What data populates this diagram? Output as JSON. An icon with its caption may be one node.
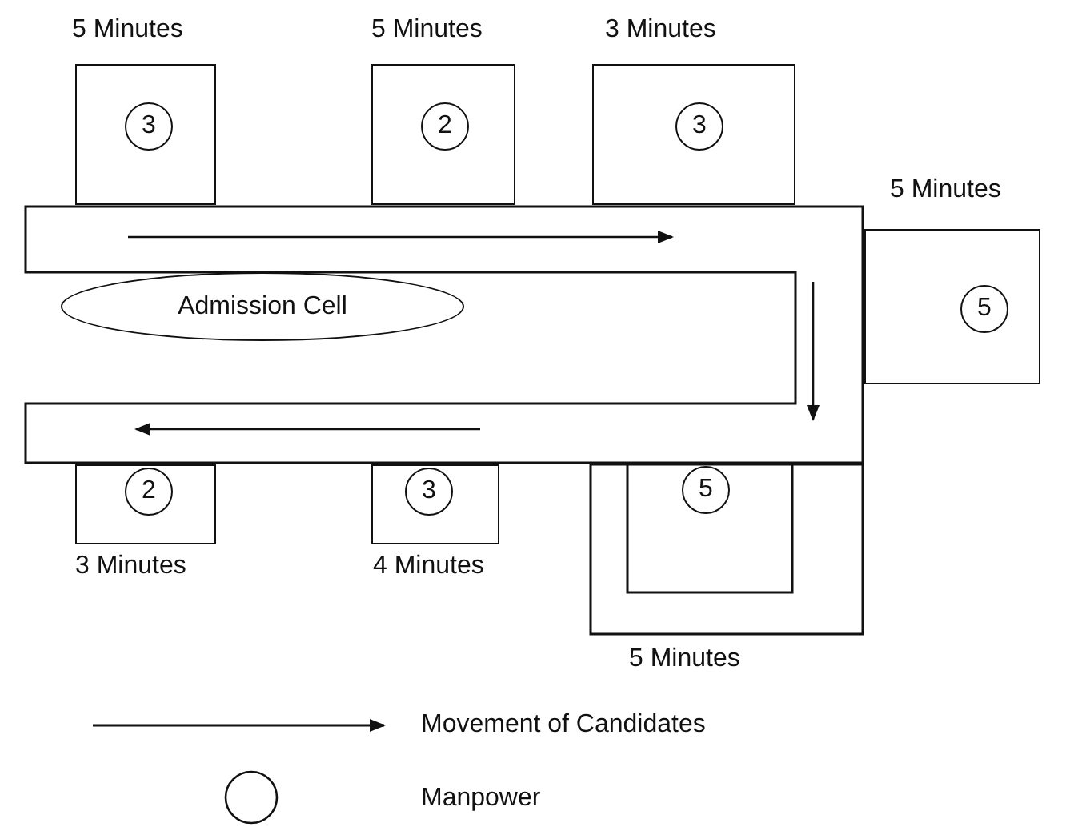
{
  "diagram": {
    "nodes": [
      {
        "text": [],
        "shape": "box",
        "beside": [
          "5 Minutes"
        ]
      },
      {
        "text": [
          "3"
        ],
        "in": 0
      },
      {
        "text": [],
        "shape": "box",
        "beside": [
          "5 Minutes"
        ]
      },
      {
        "text": [
          "2"
        ],
        "in": 2
      },
      {
        "text": [],
        "shape": "box",
        "beside": [
          "3 Minutes"
        ]
      },
      {
        "text": [
          "3"
        ],
        "in": 4
      },
      {
        "text": [],
        "shape": "box",
        "beside": [
          "5 Minutes"
        ]
      },
      {
        "text": [
          "5"
        ],
        "in": 6
      },
      {
        "text": [],
        "shape": "band"
      },
      {
        "text": [
          "Admission Cell"
        ]
      },
      {
        "text": [],
        "shape": "box",
        "beside": [
          "3 Minutes"
        ]
      },
      {
        "text": [
          "2"
        ],
        "in": 10
      },
      {
        "text": [],
        "shape": "box",
        "beside": [
          "4 Minutes"
        ]
      },
      {
        "text": [
          "3"
        ],
        "in": 12
      },
      {
        "text": [],
        "shape": "box",
        "beside": [
          "5 Minutes"
        ]
      },
      {
        "text": [
          "5"
        ],
        "in": 14
      }
    ],
    "legend": [
      {
        "text": "Movement of Candidates"
      },
      {
        "text": "Manpower"
      }
    ]
  }
}
